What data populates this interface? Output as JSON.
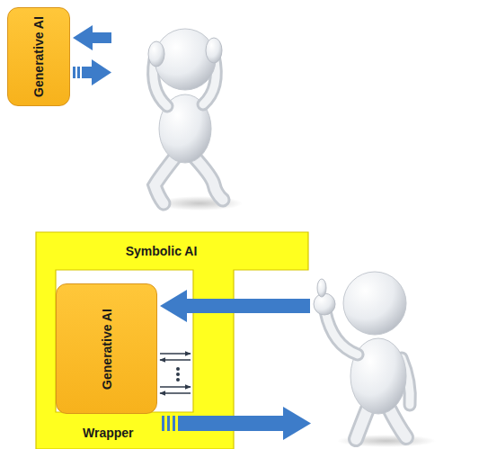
{
  "diagram": {
    "nodes": [
      {
        "text": [
          "Generative AI"
        ]
      },
      {
        "text": [
          "Symbolic AI",
          "Wrapper"
        ]
      },
      {
        "text": [
          "Generative AI"
        ],
        "in": 1
      }
    ],
    "edges": [
      {
        "from": 2,
        "to": 1,
        "arrow": "to"
      },
      {
        "from": 1,
        "to": 2,
        "arrow": "to"
      },
      {
        "from": 2,
        "to": 1,
        "arrow": "to"
      },
      {
        "from": 1,
        "to": 2,
        "arrow": "to"
      }
    ]
  }
}
